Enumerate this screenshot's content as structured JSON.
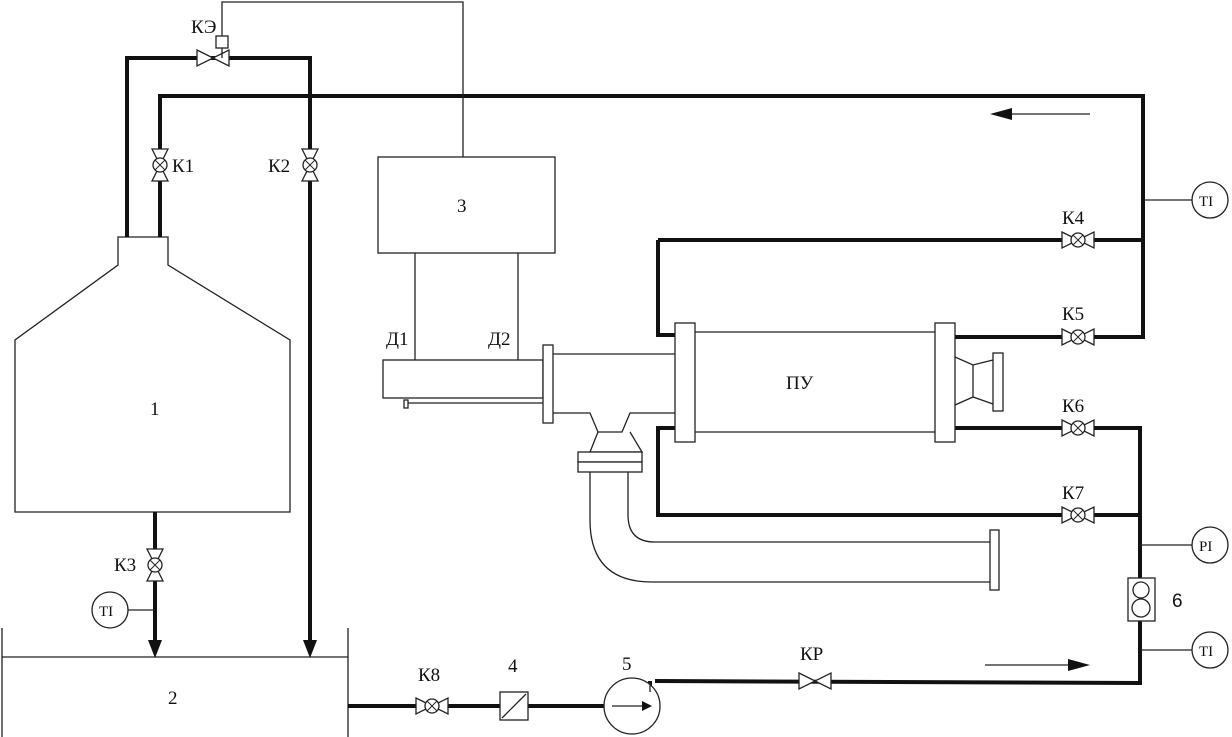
{
  "labels": {
    "tank1": "1",
    "tank2": "2",
    "block3": "3",
    "filter4": "4",
    "pump5": "5",
    "flowmeter6": "6",
    "d1": "Д1",
    "d2": "Д2",
    "pu": "ПУ",
    "k1": "К1",
    "k2": "К2",
    "k3": "К3",
    "k4": "К4",
    "k5": "К5",
    "k6": "К6",
    "k7": "К7",
    "k8": "К8",
    "ke": "КЭ",
    "kr": "КР",
    "ti_top": "TI",
    "ti_bottom_right": "TI",
    "ti_left": "TI",
    "pi": "PI"
  }
}
